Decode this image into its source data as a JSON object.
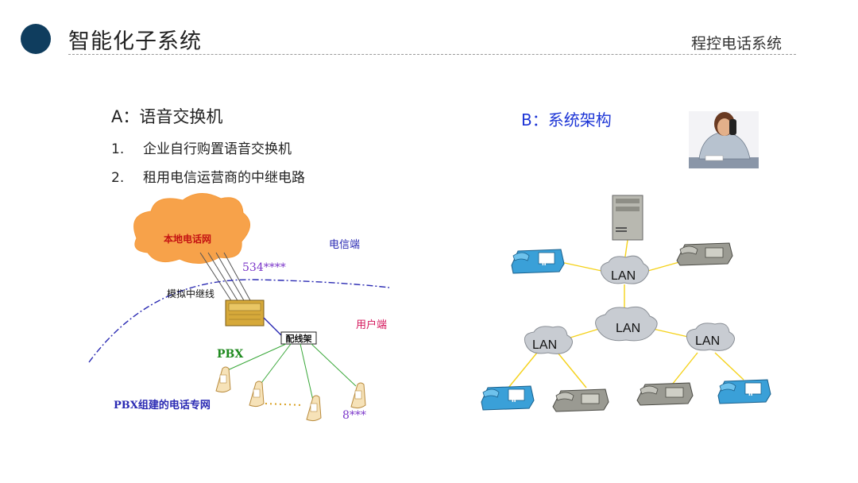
{
  "header": {
    "title": "智能化子系统",
    "subtitle": "程控电话系统"
  },
  "section_a": {
    "title": "A：语音交换机",
    "items": [
      {
        "num": "1.",
        "text": "企业自行购置语音交换机"
      },
      {
        "num": "2.",
        "text": "租用电信运营商的中继电路"
      }
    ]
  },
  "section_b": {
    "title": "B：系统架构"
  },
  "diagram_a": {
    "cloud_label": "本地电话网",
    "number_label": "534****",
    "telecom_side": "电信端",
    "trunk_label": "模拟中继线",
    "user_side": "用户端",
    "distribution_label": "配线架",
    "pbx_label": "PBX",
    "extension_label": "8***",
    "network_label": "PBX组建的电话专网",
    "colors": {
      "cloud": "#f7a24a",
      "purple": "#7a35c9",
      "blue": "#2a2ab3",
      "green": "#1f8a1f",
      "magenta": "#d4145a"
    }
  },
  "diagram_b": {
    "lan_labels": [
      "LAN",
      "LAN",
      "LAN",
      "LAN"
    ],
    "ip_label": "IP",
    "colors": {
      "cloud": "#c8ccd2",
      "link": "#f5d21a",
      "ip_phone": "#3aa0d8"
    }
  }
}
